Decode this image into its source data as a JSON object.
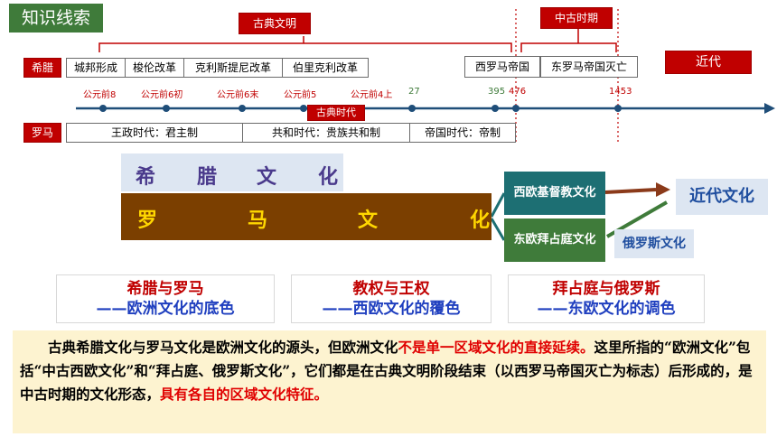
{
  "header": {
    "title": "知识线索"
  },
  "eras": {
    "classical": "古典文明",
    "medieval": "中古时期",
    "modern": "近代",
    "classical_age": "古典时代"
  },
  "greece": {
    "label": "希腊",
    "events": [
      "城邦形成",
      "梭伦改革",
      "克利斯提尼改革",
      "伯里克利改革"
    ],
    "empires": [
      "西罗马帝国",
      "东罗马帝国灭亡"
    ]
  },
  "timeline": {
    "ticks": [
      "公元前8",
      "公元前6初",
      "公元前6末",
      "公元前5",
      "公元前4上",
      "27",
      "395",
      "476",
      "1453"
    ]
  },
  "rome": {
    "label": "罗马",
    "periods": [
      "王政时代：君主制",
      "共和时代：贵族共和制",
      "帝国时代：帝制"
    ]
  },
  "cultures": {
    "greek": [
      "希",
      "腊",
      "文",
      "化"
    ],
    "roman": [
      "罗",
      "马",
      "文",
      "化"
    ],
    "western_christian": "西欧基督教文化",
    "byzantine": "东欧拜占庭文化",
    "modern_culture": "近代文化",
    "russian": "俄罗斯文化"
  },
  "captions": [
    {
      "line1": "希腊与罗马",
      "line2": "——欧洲文化的底色"
    },
    {
      "line1": "教权与王权",
      "line2": "——西欧文化的覆色"
    },
    {
      "line1": "拜占庭与俄罗斯",
      "line2": "——东欧文化的调色"
    }
  ],
  "summary": {
    "part1": "古典希腊文化与罗马文化是欧洲文化的源头，但欧洲文化",
    "red1": "不是单一区域文化的直接延续。",
    "part2": "这里所指的“欧洲文化”包括“中古西欧文化”和“拜占庭、俄罗斯文化”，它们都是在古典文明阶段结束（以西罗马帝国灭亡为标志）后形成的，是中古时期的文化形态，",
    "red2": "具有各自的区域文化特征。"
  },
  "colors": {
    "green": "#3f7b3a",
    "red": "#c00000",
    "brown": "#7b3f00",
    "teal": "#1d6f73",
    "blue_axis": "#1f4e79",
    "light_blue": "#dde6f2"
  }
}
